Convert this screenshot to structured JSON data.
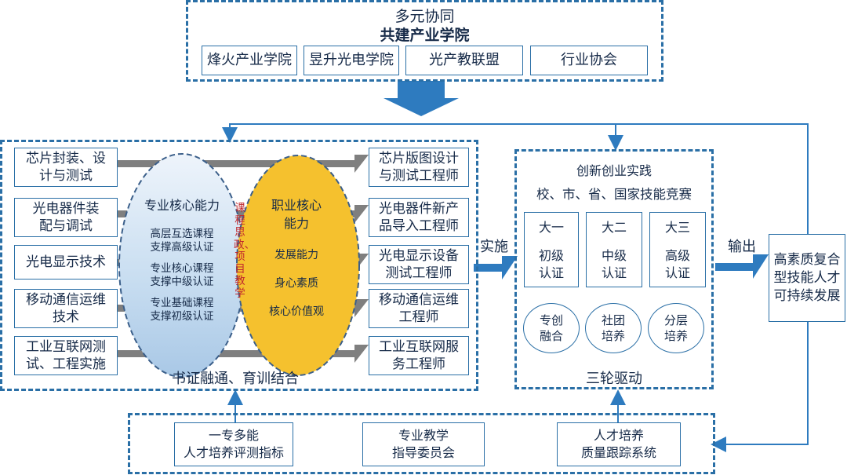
{
  "top": {
    "title_line1": "多元协同",
    "title_line2": "共建产业学院",
    "partners": [
      "烽火产业学院",
      "昱升光电学院",
      "光产教联盟",
      "行业协会"
    ]
  },
  "left": {
    "courses": [
      "芯片封装、设\n计与测试",
      "光电器件装\n配与调试",
      "光电显示技术",
      "移动通信运维\n技术",
      "工业互联网测\n试、工程实施"
    ],
    "jobs": [
      "芯片版图设计\n与测试工程师",
      "光电器件新产\n品导入工程师",
      "光电显示设备\n测试工程师",
      "移动通信运维\n工程师",
      "工业互联网服\n务工程师"
    ],
    "blue_title": "专业核心能力",
    "blue_items": [
      "高层互选课程\n支撑高级认证",
      "专业核心课程\n支撑中级认证",
      "专业基础课程\n支撑初级认证"
    ],
    "middle_text": "课程思政、项目教学",
    "yellow_title": "职业核心\n能力",
    "yellow_items": [
      "发展能力",
      "身心素质",
      "核心价值观"
    ],
    "caption": "书证融通、育训结合"
  },
  "implement_label": "实施",
  "center": {
    "title_line1": "创新创业实践",
    "title_line2": "校、市、省、国家技能竞赛",
    "years": [
      {
        "year": "大一",
        "cert": "初级\n认证"
      },
      {
        "year": "大二",
        "cert": "中级\n认证"
      },
      {
        "year": "大三",
        "cert": "高级\n认证"
      }
    ],
    "circles": [
      "专创\n融合",
      "社团\n培养",
      "分层\n培养"
    ],
    "caption": "三轮驱动"
  },
  "output_label": "输出",
  "right_box": "高素质复合\n型技能人才\n可持续发展",
  "bottom": {
    "items": [
      "一专多能\n人才培养评测指标",
      "专业教学\n指导委员会",
      "人才培养\n质量跟踪系统"
    ]
  },
  "colors": {
    "frame": "#2a6fa6",
    "arrow_blue": "#2e7bbf",
    "arrow_gray": "#808080",
    "yellow": "#f5c12e",
    "blue_ellipse": "#c6dcf0"
  }
}
